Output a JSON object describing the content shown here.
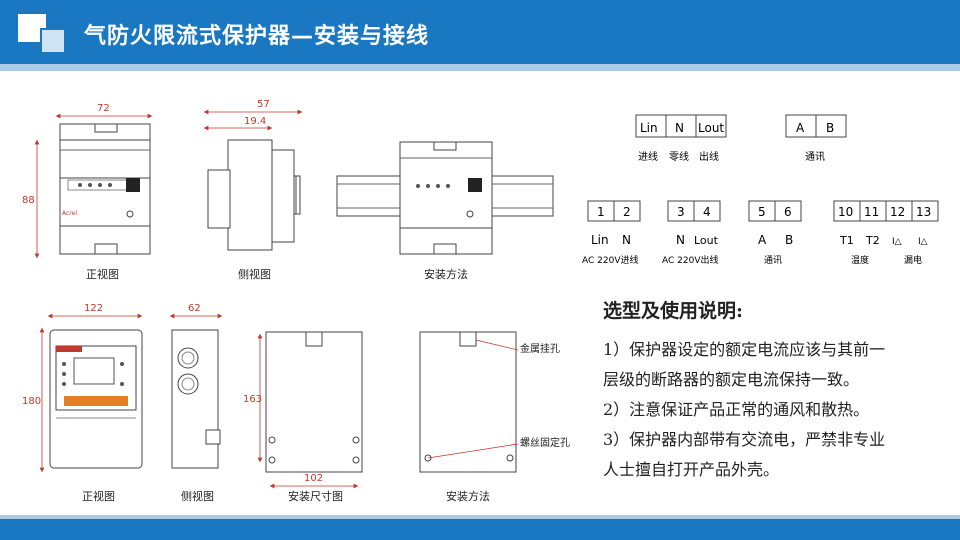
{
  "header": {
    "title": "气防火限流式保护器—安装与接线"
  },
  "top_diagrams": {
    "dims": {
      "width": "72",
      "height": "88",
      "depth": "57",
      "depth2": "19.4"
    },
    "captions": [
      "正视图",
      "侧视图",
      "安装方法"
    ],
    "brand": "Acrel"
  },
  "bottom_diagrams": {
    "dims": {
      "width": "122",
      "height": "180",
      "depth": "62",
      "mount_height": "163",
      "mount_width": "102"
    },
    "captions": [
      "正视图",
      "侧视图",
      "安装尺寸图",
      "安装方法"
    ],
    "labels": {
      "hook": "金属挂孔",
      "screw": "螺丝固定孔"
    }
  },
  "terminals": {
    "top_left": {
      "cells": [
        "Lin",
        "N",
        "Lout"
      ],
      "labels": [
        "进线",
        "零线",
        "出线"
      ]
    },
    "top_right": {
      "cells": [
        "A",
        "B"
      ],
      "label": "通讯"
    },
    "groups": [
      {
        "numbers": [
          "1",
          "2"
        ],
        "signals": [
          "Lin",
          "N"
        ],
        "label": "AC 220V进线"
      },
      {
        "numbers": [
          "3",
          "4"
        ],
        "signals": [
          "N",
          "Lout"
        ],
        "label": "AC 220V出线"
      },
      {
        "numbers": [
          "5",
          "6"
        ],
        "signals": [
          "A",
          "B"
        ],
        "label": "通讯"
      },
      {
        "numbers": [
          "10",
          "11",
          "12",
          "13"
        ],
        "signals": [
          "T1",
          "T2",
          "I△",
          "I△"
        ],
        "labels": [
          "温度",
          "漏电"
        ]
      }
    ]
  },
  "notes": {
    "heading": "选型及使用说明:",
    "items": [
      "1）保护器设定的额定电流应该与其前一",
      "层级的断路器的额定电流保持一致。",
      "2）注意保证产品正常的通风和散热。",
      "3）保护器内部带有交流电，严禁非专业",
      "人士擅自打开产品外壳。"
    ]
  }
}
